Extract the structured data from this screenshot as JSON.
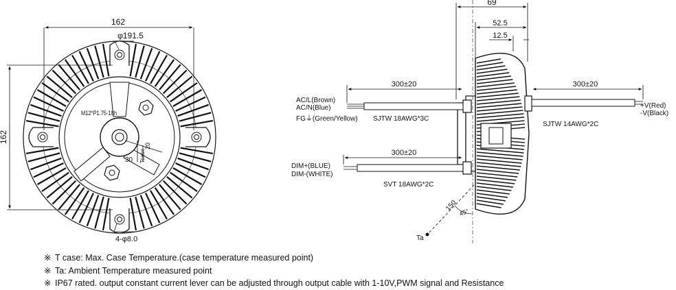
{
  "front_view": {
    "width_dim": "162",
    "diameter_dim": "φ191.5",
    "height_dim": "162",
    "thread_label": "M12*P1.75-18h",
    "tc_offset_x": "30",
    "tc_offset_y": "20",
    "tc_label": "Tcase",
    "hole_label": "4-φ8.0"
  },
  "side_view": {
    "overall_depth": "69",
    "depth_1": "52.5",
    "depth_2": "12.5",
    "input_cable_length": "300±20",
    "input_labels": [
      "AC/L(Brown)",
      "AC/N(Blue)",
      "FG⏚(Green/Yellow)"
    ],
    "input_cable_type": "SJTW 18AWG*3C",
    "dim_cable_length": "300±20",
    "dim_labels": [
      "DIM+(BLUE)",
      "DIM-(WHITE)"
    ],
    "dim_cable_type": "SVT 18AWG*2C",
    "output_cable_length": "300±20",
    "output_labels": [
      "+V(Red)",
      "-V(Black)"
    ],
    "output_cable_type": "SJTW 14AWG*2C",
    "ta_distance": "150",
    "ta_angle": "45°",
    "ta_label": "Ta"
  },
  "notes": [
    {
      "mark": "※",
      "text": "T case: Max. Case Temperature.(case temperature measured point)"
    },
    {
      "mark": "※",
      "text": "Ta: Ambient Temperature measured point"
    },
    {
      "mark": "※",
      "text": "IP67 rated. output constant current lever can be adjusted through output cable with 1-10V,PWM signal and Resistance"
    }
  ],
  "colors": {
    "line": "#111111",
    "background": "#ffffff"
  }
}
